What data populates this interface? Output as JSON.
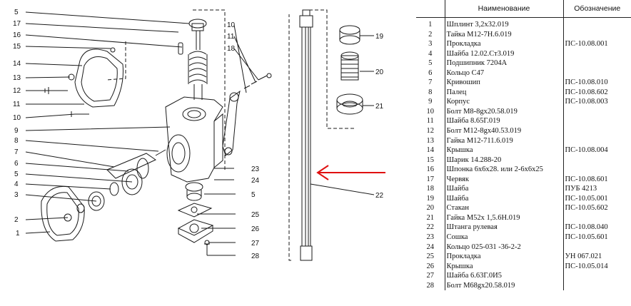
{
  "table": {
    "headers": {
      "name": "Наименование",
      "designation": "Обозначение"
    },
    "rows": [
      {
        "num": "1",
        "name": "Шплинт 3,2x32.019",
        "code": ""
      },
      {
        "num": "2",
        "name": "Тайка М12-7Н.6.019",
        "code": ""
      },
      {
        "num": "3",
        "name": "Прокладка",
        "code": "ПС-10.08.001"
      },
      {
        "num": "4",
        "name": "Шайба 12.02.Ст3.019",
        "code": ""
      },
      {
        "num": "5",
        "name": "Подшипник 7204А",
        "code": ""
      },
      {
        "num": "6",
        "name": "Кольцо С47",
        "code": ""
      },
      {
        "num": "7",
        "name": "Кривошип",
        "code": "ПС-10.08.010"
      },
      {
        "num": "8",
        "name": "Палец",
        "code": "ПС-10.08.602"
      },
      {
        "num": "9",
        "name": "Корпус",
        "code": "ПС-10.08.003"
      },
      {
        "num": "10",
        "name": "Болт М8-8gx20.58.019",
        "code": ""
      },
      {
        "num": "11",
        "name": "Шайба 8.65Г.019",
        "code": ""
      },
      {
        "num": "12",
        "name": "Болт М12-8gx40.53.019",
        "code": ""
      },
      {
        "num": "13",
        "name": "Гайка М12-711.6.019",
        "code": ""
      },
      {
        "num": "14",
        "name": "Крышка",
        "code": "ПС-10.08.004"
      },
      {
        "num": "15",
        "name": "Шарик 14.288-20",
        "code": ""
      },
      {
        "num": "16",
        "name": "Шпонка 6x6x28. или 2-6x6x25",
        "code": ""
      },
      {
        "num": "17",
        "name": "Червяк",
        "code": "ПС-10.08.601"
      },
      {
        "num": "18",
        "name": "Шайба",
        "code": "ПУБ 4213"
      },
      {
        "num": "19",
        "name": "Шайба",
        "code": "ПС-10.05.001"
      },
      {
        "num": "20",
        "name": "Стакан",
        "code": "ПС-10.05.602"
      },
      {
        "num": "21",
        "name": "Гайка М52x 1,5.6Н.019",
        "code": ""
      },
      {
        "num": "22",
        "name": "Штанга рулевая",
        "code": "ПС-10.08.040"
      },
      {
        "num": "23",
        "name": "Сошка",
        "code": "ПС-10.05.601"
      },
      {
        "num": "24",
        "name": "Кольцо 025-031 -36-2-2",
        "code": ""
      },
      {
        "num": "25",
        "name": "Прокладка",
        "code": "УН 067.021"
      },
      {
        "num": "26",
        "name": "Крышка",
        "code": "ПС-10.05.014"
      },
      {
        "num": "27",
        "name": "Шайба 6.63Г.0И5",
        "code": ""
      },
      {
        "num": "28",
        "name": "Болт М68gx20.58.019",
        "code": ""
      }
    ]
  },
  "diagram": {
    "callouts": [
      "5",
      "17",
      "16",
      "15",
      "14",
      "13",
      "12",
      "11",
      "10",
      "9",
      "8",
      "7",
      "6",
      "5",
      "4",
      "3",
      "2",
      "1",
      "10",
      "11",
      "18",
      "19",
      "20",
      "21",
      "22",
      "23",
      "24",
      "5",
      "25",
      "26",
      "27",
      "28"
    ],
    "arrow_color": "#e01010"
  }
}
